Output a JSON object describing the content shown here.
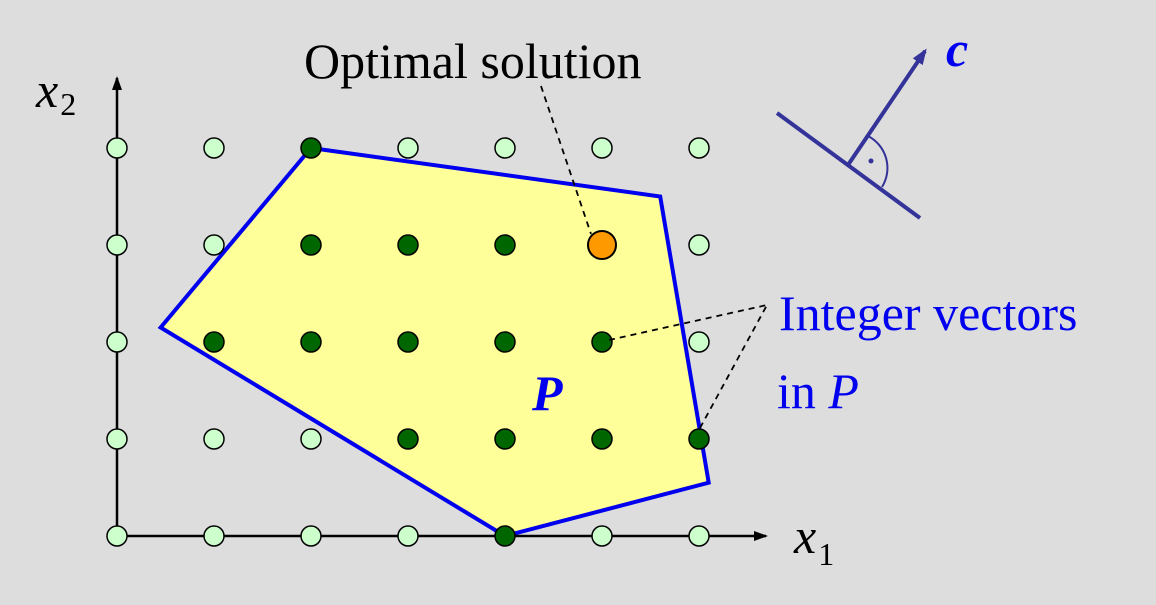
{
  "labels": {
    "optimal": "Optimal solution",
    "integer_line1": "Integer vectors",
    "integer_line2_prefix": "in ",
    "integer_line2_var": "P",
    "polytope": "P",
    "objective": "c",
    "axis_x1_base": "x",
    "axis_x1_sub": "1",
    "axis_x2_base": "x",
    "axis_x2_sub": "2"
  },
  "lattice": {
    "x_range": [
      0,
      6
    ],
    "y_range": [
      0,
      4
    ],
    "inside_points": [
      [
        2,
        4
      ],
      [
        2,
        3
      ],
      [
        3,
        3
      ],
      [
        4,
        3
      ],
      [
        1,
        2
      ],
      [
        2,
        2
      ],
      [
        3,
        2
      ],
      [
        4,
        2
      ],
      [
        5,
        2
      ],
      [
        3,
        1
      ],
      [
        4,
        1
      ],
      [
        5,
        1
      ],
      [
        6,
        1
      ],
      [
        4,
        0
      ]
    ],
    "optimal_point": [
      5,
      3
    ]
  },
  "polytope_vertices": [
    [
      2,
      4
    ],
    [
      5.6,
      3.5
    ],
    [
      6.1,
      0.55
    ],
    [
      4,
      0
    ],
    [
      0.45,
      2.15
    ]
  ],
  "colors": {
    "background": "#dddddd",
    "polytope_fill": "#ffff99",
    "polytope_edge": "#0000ee",
    "point_outside": "#ccffcc",
    "point_inside": "#006600",
    "point_optimal": "#ff9900",
    "integer_label": "#0000ee",
    "polytope_label": "#0000ee",
    "objective_vector": "#333399",
    "objective_label": "#0000ee",
    "text": "#000000"
  }
}
